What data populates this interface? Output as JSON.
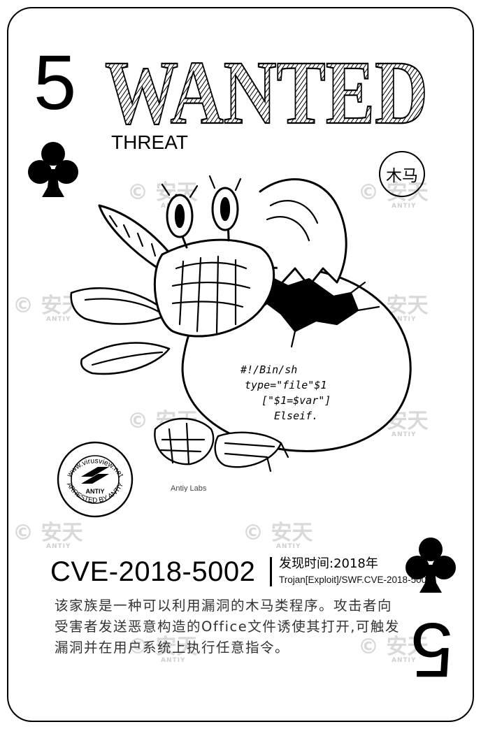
{
  "card": {
    "rank": "5",
    "suit_icon": "club-icon",
    "title": "WANTED",
    "subtitle": "THREAT",
    "type_badge": "木马",
    "cve": "CVE-2018-5002",
    "found_time": "发现时间:2018年",
    "family_name": "Trojan[Exploit]/SWF.CVE-2018-5002",
    "description": "该家族是一种可以利用漏洞的木马类程序。攻击者向受害者发送恶意构造的Office文件诱使其打开,可触发漏洞并在用户系统上执行任意指令。"
  },
  "art": {
    "script_lines": [
      "#!/Bin/sh",
      "type=\"file\"$1",
      "[\"$1=$var\"]",
      "Elseif."
    ],
    "credit": "Antiy Labs"
  },
  "stamp": {
    "url": "www.virusview.net",
    "caption": "ARRESTED BY ANTIY",
    "brand": "ANTIY"
  },
  "watermark": {
    "text": "安天",
    "sub": "ANTIY"
  },
  "colors": {
    "ink": "#000000",
    "watermark": "#d9d9d9",
    "text": "#333333"
  }
}
